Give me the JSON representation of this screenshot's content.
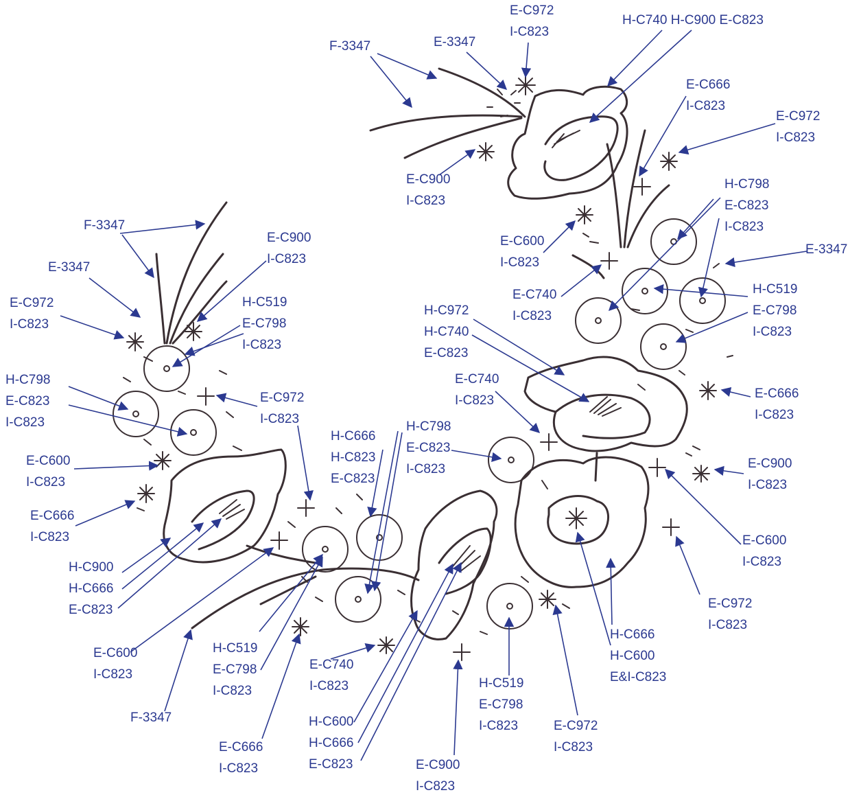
{
  "colors": {
    "label": "#2b3990",
    "drawing": "#3a2f33",
    "background": "#ffffff"
  },
  "labels": [
    {
      "id": "top-e-c972",
      "text": "E-C972\nI-C823"
    },
    {
      "id": "top-hc740-hc900-ec823",
      "text": "H-C740 H-C900 E-C823"
    },
    {
      "id": "top-f-3347",
      "text": "F-3347"
    },
    {
      "id": "top-e-3347",
      "text": "E-3347"
    },
    {
      "id": "top-e-c666",
      "text": "E-C666\nI-C823"
    },
    {
      "id": "top-right-e-c972",
      "text": "E-C972\nI-C823"
    },
    {
      "id": "top-e-c900",
      "text": "E-C900\nI-C823"
    },
    {
      "id": "right-hc798",
      "text": "H-C798\nE-C823\nI-C823"
    },
    {
      "id": "right-e-3347",
      "text": "E-3347"
    },
    {
      "id": "mid-e-c600",
      "text": "E-C600\nI-C823"
    },
    {
      "id": "mid-e-c740",
      "text": "E-C740\nI-C823"
    },
    {
      "id": "right-hc519",
      "text": "H-C519\nE-C798\nI-C823"
    },
    {
      "id": "center-hc972",
      "text": "H-C972\nH-C740\nE-C823"
    },
    {
      "id": "center-e-c740",
      "text": "E-C740\nI-C823"
    },
    {
      "id": "right-e-c666",
      "text": "E-C666\nI-C823"
    },
    {
      "id": "right-e-c900",
      "text": "E-C900\nI-C823"
    },
    {
      "id": "right-e-c600",
      "text": "E-C600\nI-C823"
    },
    {
      "id": "right-e-c972",
      "text": "E-C972\nI-C823"
    },
    {
      "id": "left-f-3347",
      "text": "F-3347"
    },
    {
      "id": "left-e-3347",
      "text": "E-3347"
    },
    {
      "id": "left-e-c972",
      "text": "E-C972\nI-C823"
    },
    {
      "id": "left-e-c900",
      "text": "E-C900\nI-C823"
    },
    {
      "id": "left-hc519",
      "text": "H-C519\nE-C798\nI-C823"
    },
    {
      "id": "left-hc798",
      "text": "H-C798\nE-C823\nI-C823"
    },
    {
      "id": "left-mid-e-c972",
      "text": "E-C972\nI-C823"
    },
    {
      "id": "left-e-c600",
      "text": "E-C600\nI-C823"
    },
    {
      "id": "left-e-c666",
      "text": "E-C666\nI-C823"
    },
    {
      "id": "left-poppy-hc900",
      "text": "H-C900\nH-C666\nE-C823"
    },
    {
      "id": "bottom-hc666",
      "text": "H-C666\nH-C823\nE-C823"
    },
    {
      "id": "bottom-hc798",
      "text": "H-C798\nE-C823\nI-C823"
    },
    {
      "id": "bottom-e-c600",
      "text": "E-C600\nI-C823"
    },
    {
      "id": "bottom-f-3347",
      "text": "F-3347"
    },
    {
      "id": "bottom-hc519-left",
      "text": "H-C519\nE-C798\nI-C823"
    },
    {
      "id": "bottom-e-c666",
      "text": "E-C666\nI-C823"
    },
    {
      "id": "bottom-e-c740",
      "text": "E-C740\nI-C823"
    },
    {
      "id": "bottom-hc600",
      "text": "H-C600\nH-C666\nE-C823"
    },
    {
      "id": "bottom-e-c900",
      "text": "E-C900\nI-C823"
    },
    {
      "id": "bottom-hc519-right",
      "text": "H-C519\nE-C798\nI-C823"
    },
    {
      "id": "bottom-e-c972",
      "text": "E-C972\nI-C823"
    },
    {
      "id": "big-flower-hc666",
      "text": "H-C666\nH-C600\nE&I-C823"
    }
  ]
}
